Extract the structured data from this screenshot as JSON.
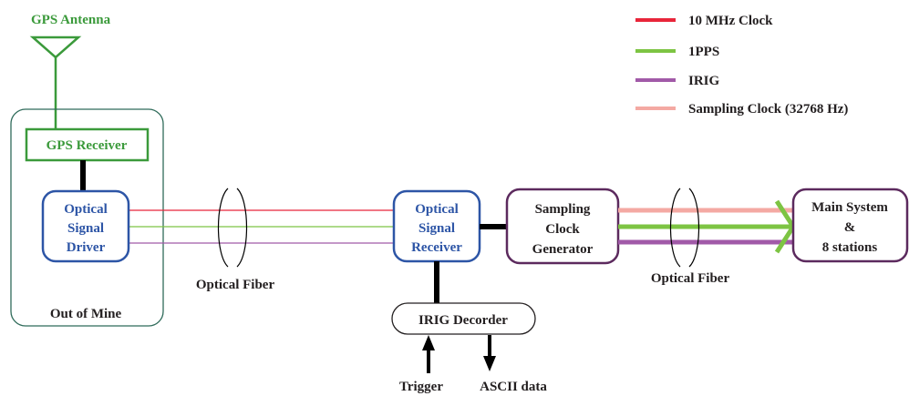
{
  "legend": [
    {
      "label": "10 MHz Clock",
      "color": "#e8253a"
    },
    {
      "label": "1PPS",
      "color": "#7dc443"
    },
    {
      "label": "IRIG",
      "color": "#a15aa8"
    },
    {
      "label": "Sampling Clock (32768 Hz)",
      "color": "#f4a9a3"
    }
  ],
  "nodes": {
    "gps_antenna": "GPS Antenna",
    "gps_receiver": "GPS Receiver",
    "optical_signal_driver": [
      "Optical",
      "Signal",
      "Driver"
    ],
    "out_of_mine": "Out of Mine",
    "optical_fiber_1": "Optical Fiber",
    "optical_signal_receiver": [
      "Optical",
      "Signal",
      "Receiver"
    ],
    "sampling_clock_generator": [
      "Sampling",
      "Clock",
      "Generator"
    ],
    "optical_fiber_2": "Optical Fiber",
    "main_system": [
      "Main System",
      "&",
      "8 stations"
    ],
    "irig_decoder": "IRIG Decorder",
    "trigger": "Trigger",
    "ascii_data": "ASCII data"
  },
  "colors": {
    "gps_green": "#3b9a3b",
    "optical_blue": "#2d55a6",
    "purple_border": "#5c2a5e",
    "teal_border": "#2f6b5a",
    "text_dark": "#231f20"
  }
}
